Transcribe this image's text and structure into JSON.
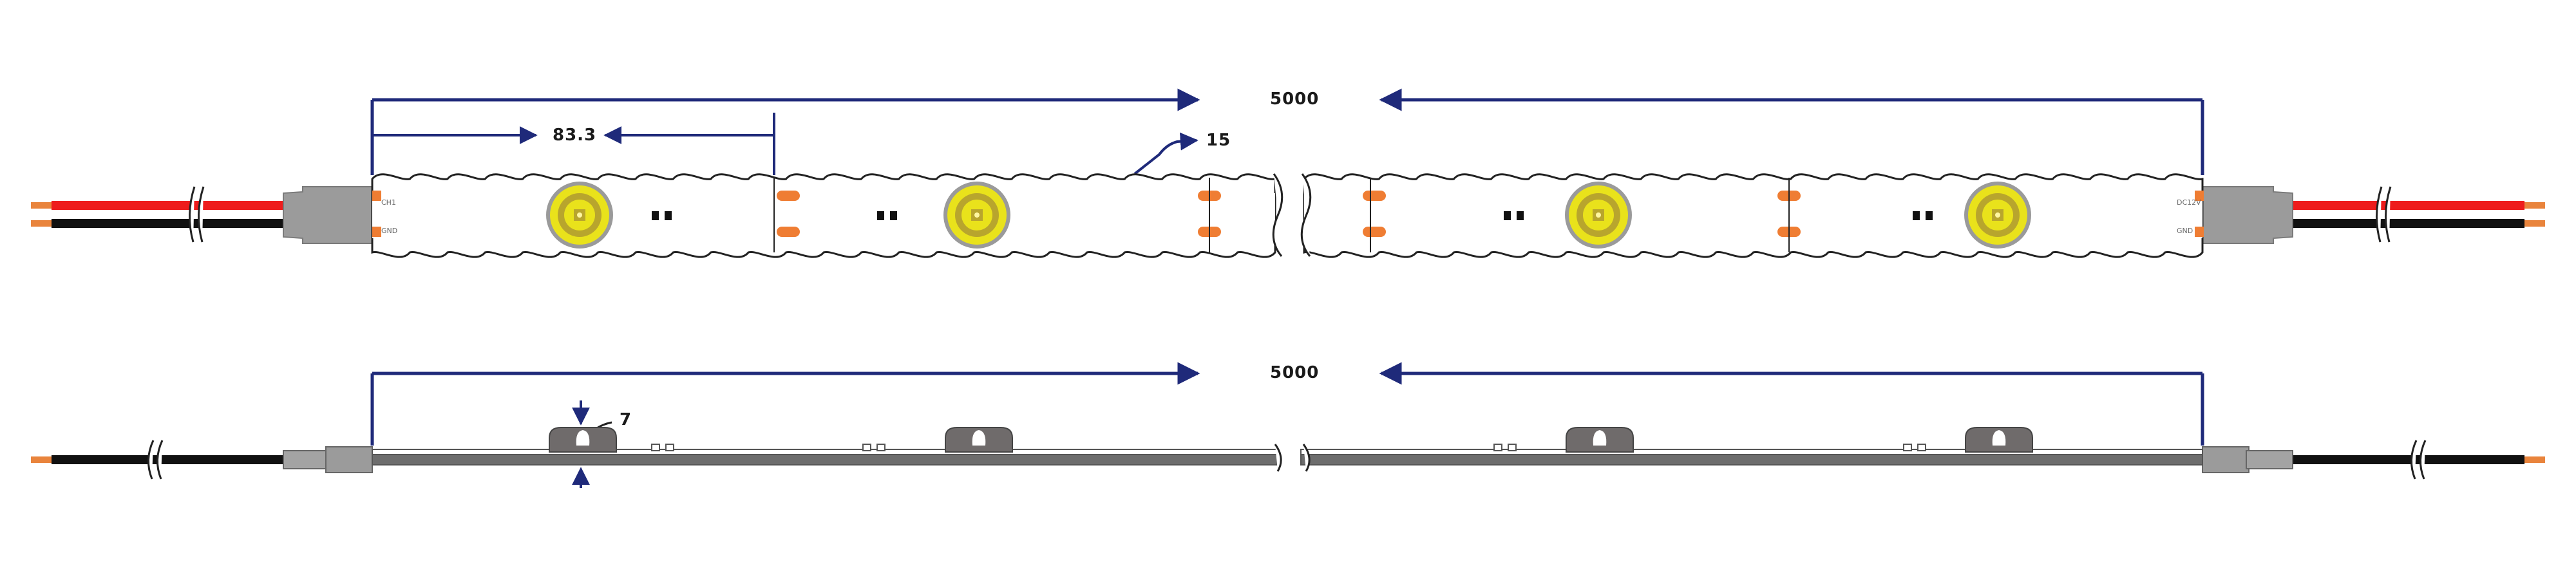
{
  "top_view": {
    "overall_length": "5000",
    "pitch": "83.3",
    "width": "15"
  },
  "side_view": {
    "overall_length": "5000",
    "height": "7"
  },
  "pad_labels": {
    "left_in": "CH1",
    "left_out": "GND",
    "right_in": "DC12V",
    "right_out": "GND"
  },
  "colors": {
    "dimension_line": "#1f2a7a",
    "wire_positive": "#ee1c1c",
    "wire_negative": "#111111",
    "wire_tip": "#e9843c",
    "connector": "#9b9b9b",
    "solder_pad": "#ef7d33",
    "led_ring": "#e9e21b",
    "led_core": "#b8a52d",
    "clip": "#6f6b6b"
  },
  "icons": [
    "led-chip-icon",
    "solder-pad-icon",
    "break-mark-icon",
    "wire-cut-icon",
    "mounting-clip-icon"
  ]
}
